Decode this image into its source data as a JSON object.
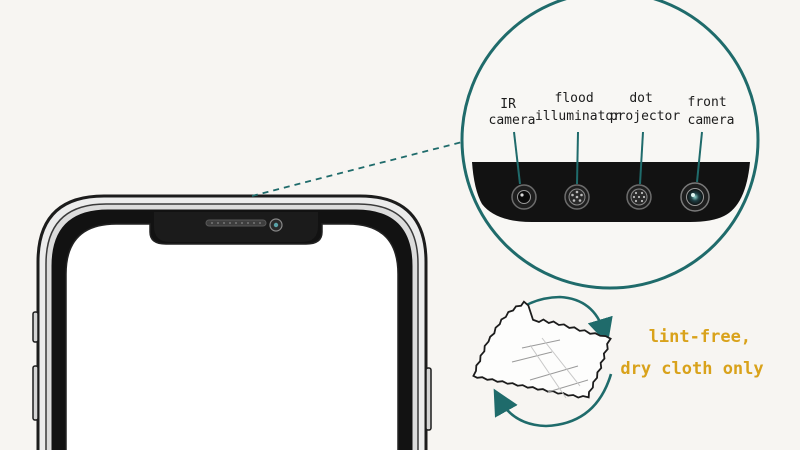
{
  "labels": {
    "ir_camera": [
      "IR",
      "camera"
    ],
    "flood_illuminator": [
      "flood",
      "illuminator"
    ],
    "dot_projector": [
      "dot",
      "projector"
    ],
    "front_camera": [
      "front",
      "camera"
    ]
  },
  "note": [
    "lint-free,",
    "dry cloth only"
  ],
  "colors": {
    "background": "#f7f5f2",
    "ink": "#1c1c1c",
    "accent_teal": "#1f6b6b",
    "note_gold": "#d9a21b",
    "notch": "#1b1b1b"
  },
  "icons": {
    "phone": "smartphone-outline",
    "cloth": "microfiber-cloth-icon",
    "wipe": "circular-arrow-icon"
  }
}
